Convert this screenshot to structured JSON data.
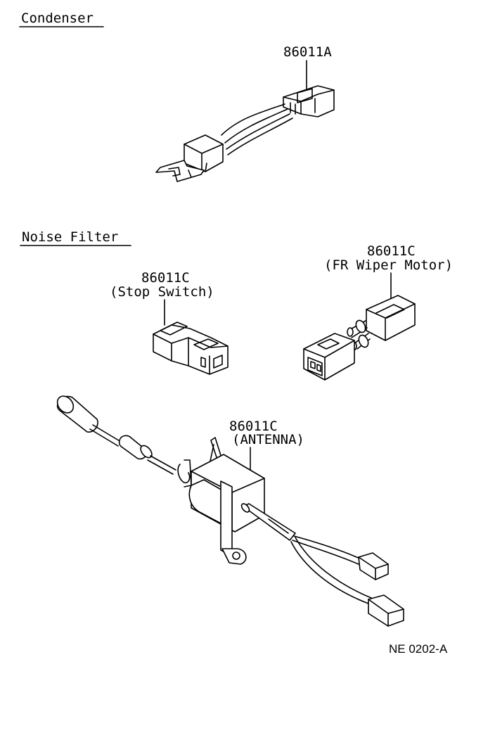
{
  "sections": {
    "condenser": {
      "heading": "Condenser"
    },
    "noise_filter": {
      "heading": "Noise Filter"
    }
  },
  "parts": {
    "condenser_part": {
      "number": "86011A"
    },
    "stop_switch": {
      "number": "86011C",
      "note": "(Stop Switch)"
    },
    "wiper_motor": {
      "number": "86011C",
      "note": "(FR Wiper Motor)"
    },
    "antenna": {
      "number": "86011C",
      "note": "(ANTENNA)"
    }
  },
  "figure_code": "NE 0202-A"
}
